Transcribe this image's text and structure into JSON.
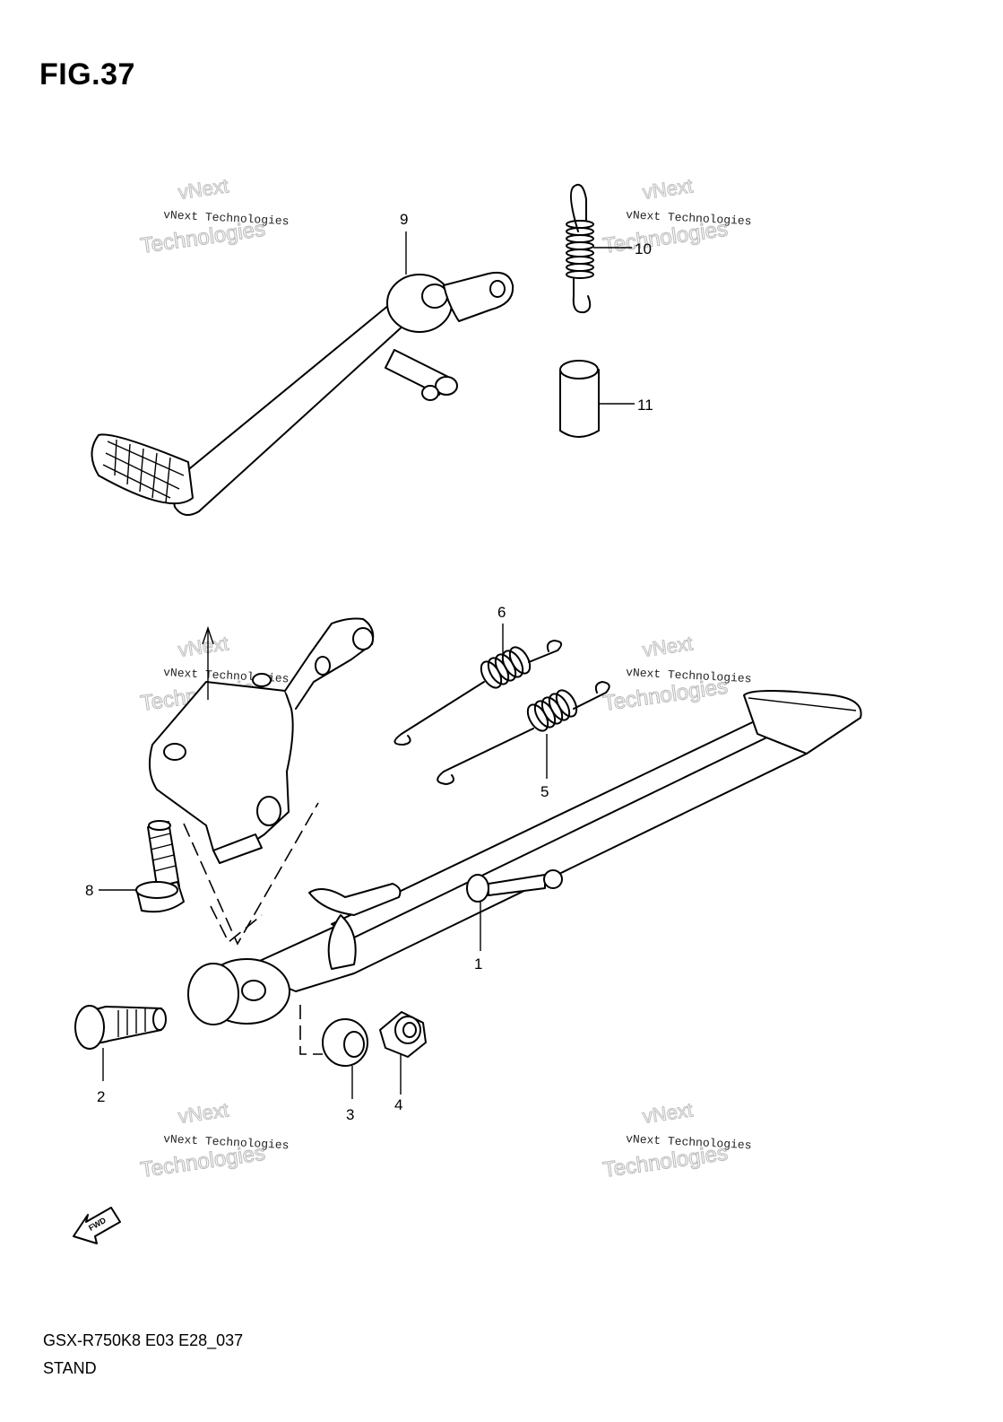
{
  "figure": {
    "title": "FIG.37",
    "model_code": "GSX-R750K8 E03 E28_037",
    "group_name": "STAND"
  },
  "callouts": [
    {
      "id": "callout-1",
      "label": "1"
    },
    {
      "id": "callout-2",
      "label": "2"
    },
    {
      "id": "callout-3",
      "label": "3"
    },
    {
      "id": "callout-4",
      "label": "4"
    },
    {
      "id": "callout-5",
      "label": "5"
    },
    {
      "id": "callout-6",
      "label": "6"
    },
    {
      "id": "callout-8",
      "label": "8"
    },
    {
      "id": "callout-9",
      "label": "9"
    },
    {
      "id": "callout-10",
      "label": "10"
    },
    {
      "id": "callout-11",
      "label": "11"
    }
  ],
  "watermark": {
    "line_small": "vNext Technologies",
    "line_brand": "vNext",
    "line_large": "Technologies"
  },
  "direction_badge": {
    "label": "FWD",
    "icon": "fwd-arrow-icon"
  },
  "colors": {
    "ink": "#000000",
    "background": "#ffffff",
    "watermark_outline": "#bdbdbd"
  }
}
